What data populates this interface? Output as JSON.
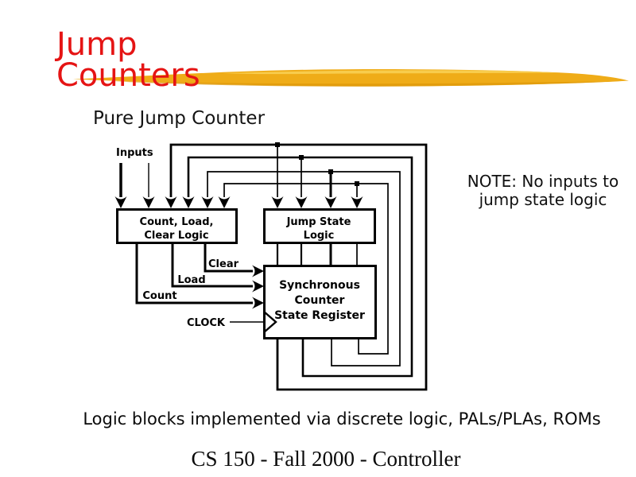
{
  "slide": {
    "title": {
      "line1": "Jump",
      "line2": "Counters"
    },
    "subtitle": "Pure Jump Counter",
    "note": {
      "line1": "NOTE: No inputs to",
      "line2": "jump state logic"
    },
    "caption": "Logic blocks implemented via discrete logic, PALs/PLAs, ROMs",
    "footer": "CS 150 - Fall 2000 - Controller"
  },
  "diagram": {
    "inputs_label": "Inputs",
    "count_load_clear_box": {
      "line1": "Count, Load,",
      "line2": "Clear Logic"
    },
    "jump_state_box": {
      "line1": "Jump State",
      "line2": "Logic"
    },
    "register_box": {
      "line1": "Synchronous",
      "line2": "Counter",
      "line3": "State Register"
    },
    "clear_label": "Clear",
    "load_label": "Load",
    "count_label": "Count",
    "clock_label": "CLOCK"
  },
  "colors": {
    "title_red": "#e51414",
    "swoosh_gold": "#efac18",
    "swoosh_highlight": "#f8cf52",
    "swoosh_shadow": "#dd980a",
    "ink": "#000000",
    "background": "#ffffff"
  }
}
